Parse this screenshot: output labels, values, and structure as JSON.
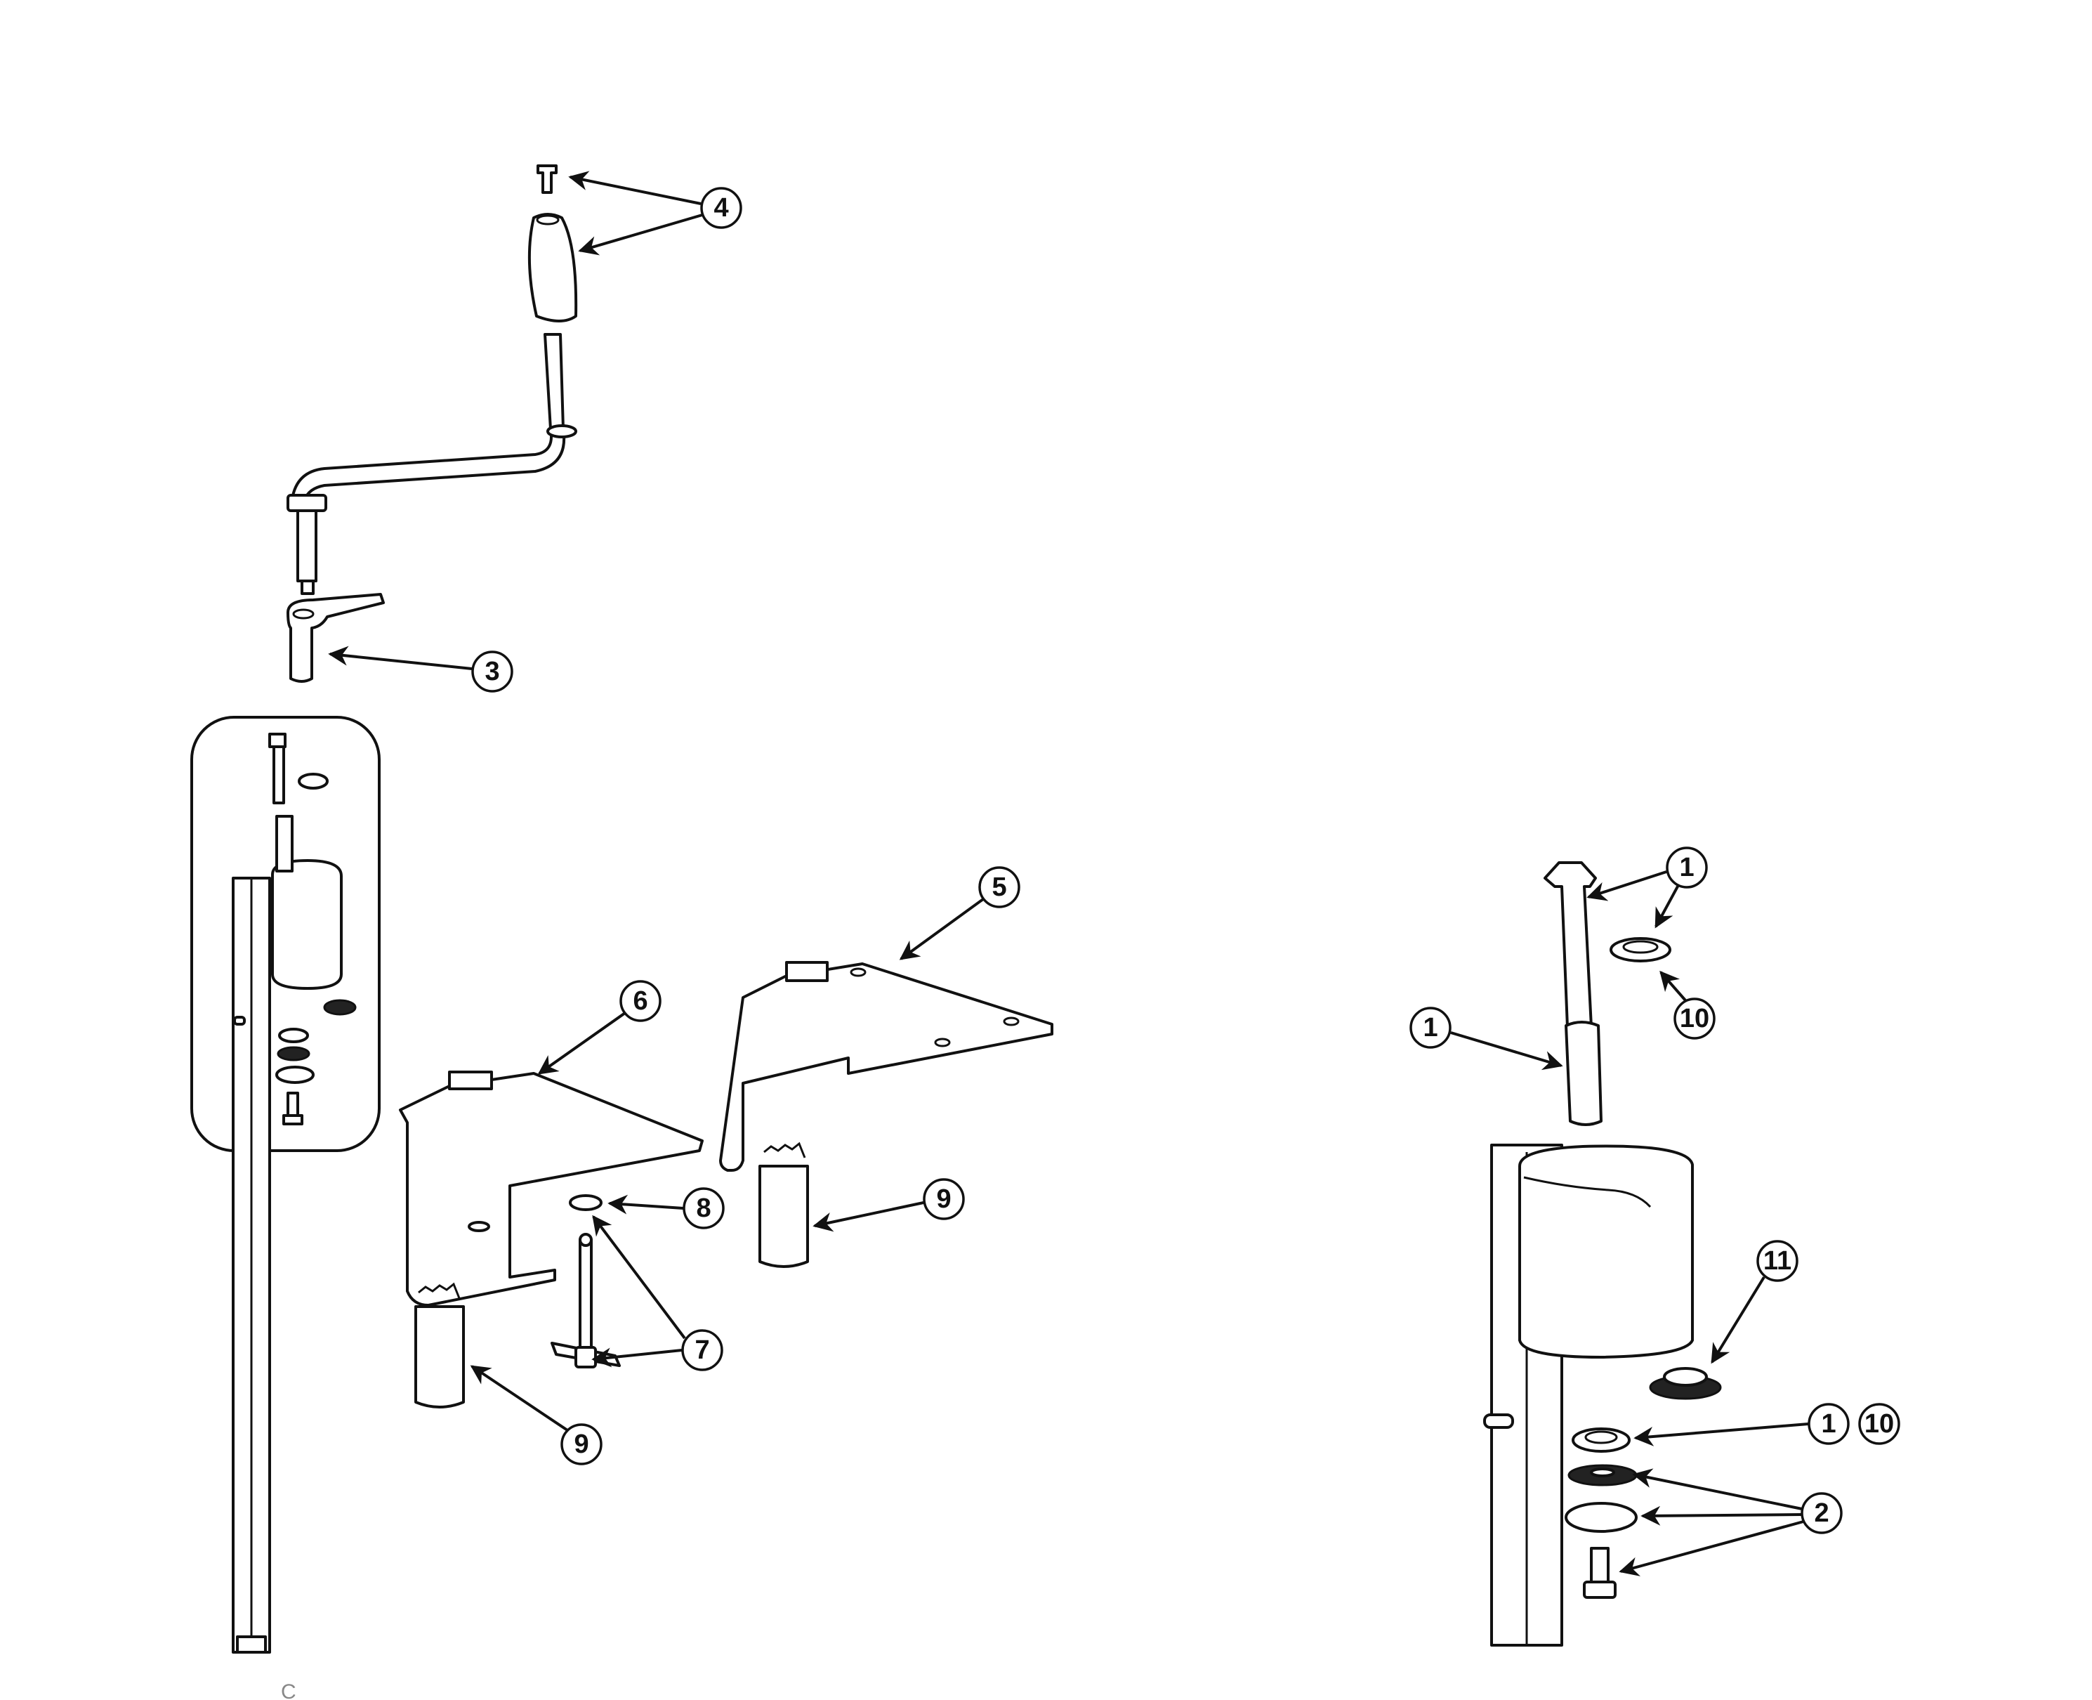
{
  "callouts": {
    "c4": "4",
    "c3": "3",
    "c5": "5",
    "c6": "6",
    "c8": "8",
    "c7": "7",
    "c9a": "9",
    "c9b": "9",
    "c1a": "1",
    "c10a": "10",
    "c1b": "1",
    "c11": "11",
    "c1c": "1",
    "c10c": "10",
    "c2": "2"
  },
  "footer": "C"
}
